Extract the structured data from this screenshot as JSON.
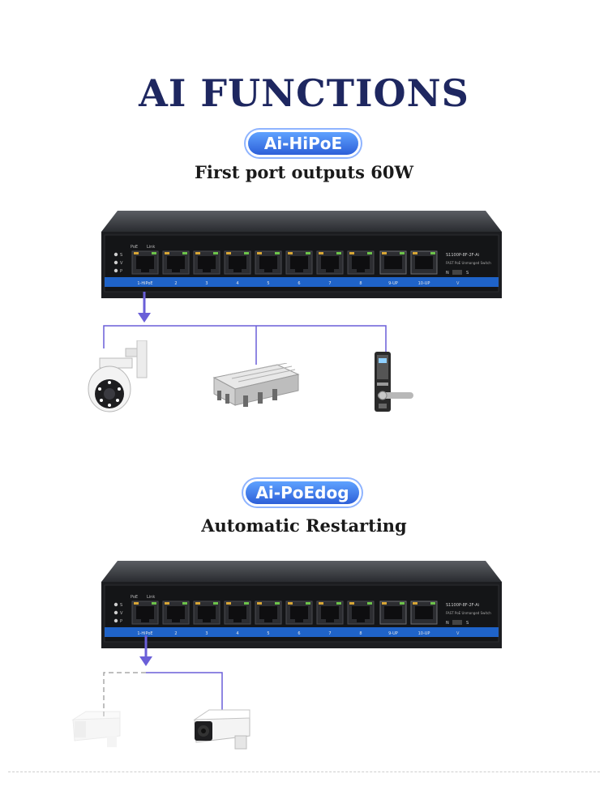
{
  "page": {
    "title": "AI FUNCTIONS"
  },
  "sections": [
    {
      "badge": "Ai-HiPoE",
      "caption": "First port outputs 60W"
    },
    {
      "badge": "Ai-PoEdog",
      "caption": "Automatic Restarting"
    }
  ],
  "switch": {
    "model": "S1100P-8F-2F-Ai",
    "model_subtitle": "FAST PoE Unmanged Switch",
    "led_headers": [
      "PoE",
      "Link"
    ],
    "status_leds": [
      "S",
      "V",
      "P"
    ],
    "port_labels": [
      "1-HiPoE",
      "2",
      "3",
      "4",
      "5",
      "6",
      "7",
      "8"
    ],
    "uplink_labels": [
      "9-UP",
      "10-UP"
    ],
    "mode_labels": [
      "N",
      "S",
      "V"
    ]
  },
  "colors": {
    "title": "#1e2760",
    "badge": "#3a72e8",
    "arrow": "#6a5fd8",
    "switch_strip": "#1f63c8"
  },
  "icons": {
    "devices_60w": [
      "ptz-dome-camera-icon",
      "outdoor-access-point-icon",
      "smart-door-lock-icon"
    ],
    "devices_restart": [
      "bullet-camera-faded-icon",
      "bullet-camera-icon"
    ]
  }
}
